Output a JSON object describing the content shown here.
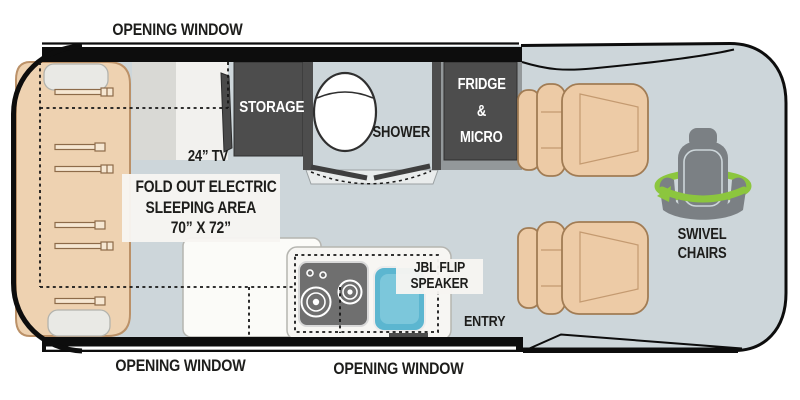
{
  "windows": {
    "top": "OPENING WINDOW",
    "bottom_left": "OPENING WINDOW",
    "bottom_center": "OPENING WINDOW"
  },
  "labels": {
    "tv": "24” TV",
    "storage": "STORAGE",
    "shower": "SHOWER",
    "fridge": {
      "line1": "FRIDGE",
      "line2": "&",
      "line3": "MICRO"
    },
    "sleeping": {
      "line1": "FOLD OUT ELECTRIC",
      "line2": "SLEEPING AREA",
      "line3": "70” X 72”"
    },
    "speaker": {
      "line1": "JBL FLIP",
      "line2": "SPEAKER"
    },
    "entry": "ENTRY",
    "swivel": {
      "line1": "SWIVEL",
      "line2": "CHAIRS"
    }
  },
  "colors": {
    "floor": "#cdd6da",
    "wall": "#0d0d0d",
    "cabinet_dark": "#4c4c4c",
    "bed_tan": "#eed2b1",
    "seat_tan": "#edcba6",
    "sink_blue": "#5cb6d0",
    "swivel_green": "#8cc63e",
    "icon_gray": "#7b8084",
    "text": "#1d1d1b"
  }
}
